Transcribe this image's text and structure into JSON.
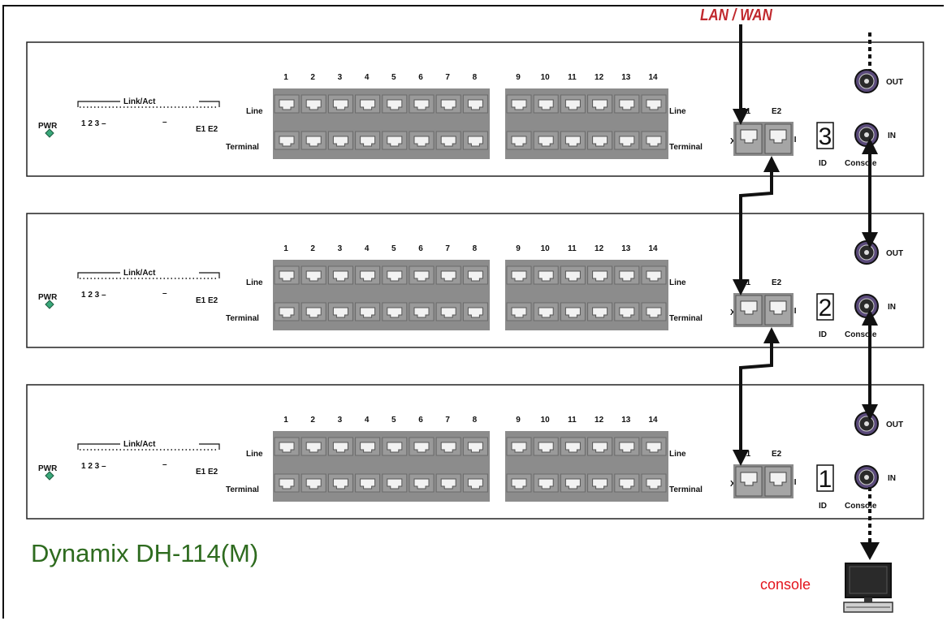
{
  "title": "Dynamix DH-114(M)",
  "lan_wan_label": "LAN / WAN",
  "console_label": "console",
  "colors": {
    "title": "#2e6b1f",
    "accent_red": "#c0282d",
    "console_red": "#e3141c",
    "port_block": "#8c8c8c",
    "pwr_led": "#3aa87a"
  },
  "icons": [
    "pwr-led-icon",
    "rj45-port-icon",
    "bnc-connector-icon",
    "computer-icon",
    "arrow-icon"
  ],
  "unit_labels": {
    "pwr": "PWR",
    "link_act": "Link/Act",
    "led_left": "1 2 3 –",
    "led_mid": "–",
    "led_right": "E1 E2",
    "line": "Line",
    "terminal": "Terminal",
    "e1": "E1",
    "e2": "E2",
    "x_mark": "X",
    "ii_mark": "II",
    "id": "ID",
    "console": "Console",
    "out": "OUT",
    "in": "IN"
  },
  "port_numbers_left": [
    "1",
    "2",
    "3",
    "4",
    "5",
    "6",
    "7",
    "8"
  ],
  "port_numbers_right": [
    "9",
    "10",
    "11",
    "12",
    "13",
    "14"
  ],
  "units": [
    {
      "id_number": "3"
    },
    {
      "id_number": "2"
    },
    {
      "id_number": "1"
    }
  ]
}
